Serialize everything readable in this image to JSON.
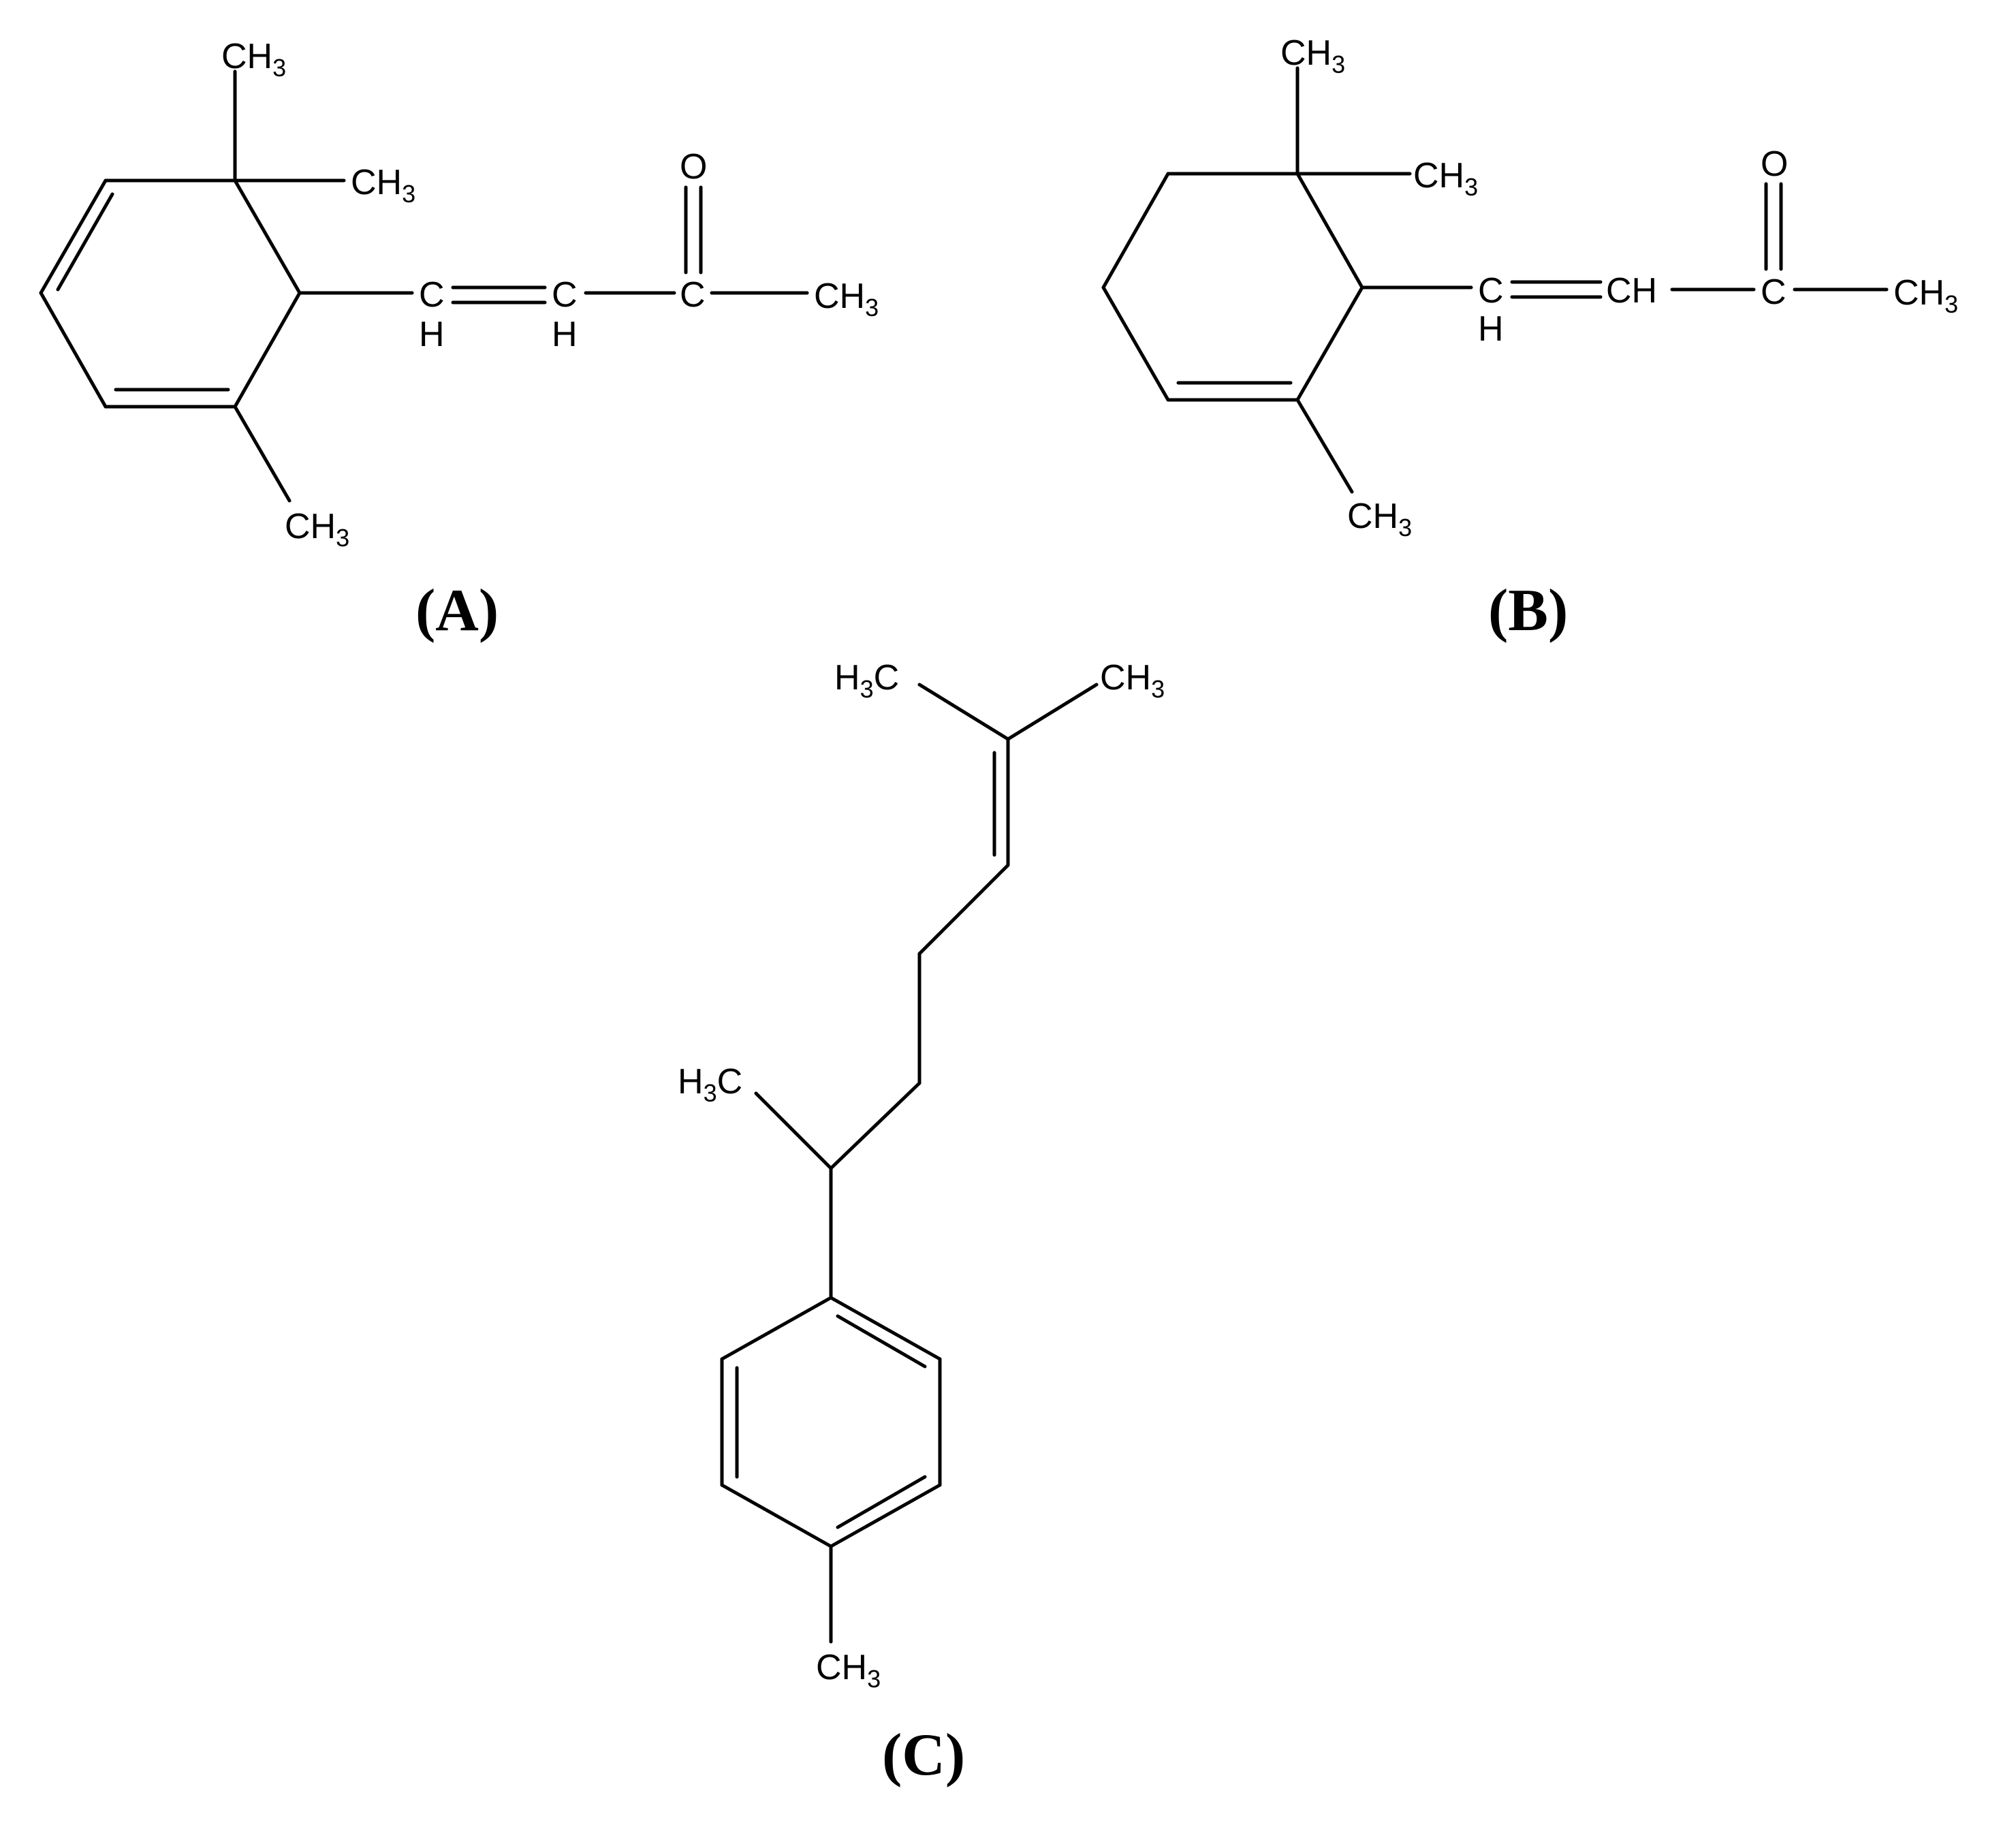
{
  "figure": {
    "background": "#ffffff",
    "ink": "#000000",
    "panels": [
      {
        "id": "A",
        "label": "(A)",
        "atoms": {
          "ch3_top": {
            "main": "CH",
            "sub": "3"
          },
          "ch3_gem": {
            "main": "CH",
            "sub": "3"
          },
          "ch3_ring": {
            "main": "CH",
            "sub": "3"
          },
          "c_alpha": {
            "main": "C"
          },
          "h_alpha": {
            "main": "H"
          },
          "c_beta": {
            "main": "C"
          },
          "h_beta": {
            "main": "H"
          },
          "c_carbonyl": {
            "main": "C"
          },
          "o_carbonyl": {
            "main": "O"
          },
          "ch3_end": {
            "main": "CH",
            "sub": "3"
          }
        }
      },
      {
        "id": "B",
        "label": "(B)",
        "atoms": {
          "ch3_top": {
            "main": "CH",
            "sub": "3"
          },
          "ch3_gem": {
            "main": "CH",
            "sub": "3"
          },
          "ch3_ring": {
            "main": "CH",
            "sub": "3"
          },
          "c_alpha": {
            "main": "C"
          },
          "h_alpha": {
            "main": "H"
          },
          "ch_beta": {
            "main": "CH"
          },
          "c_carbonyl": {
            "main": "C"
          },
          "o_carbonyl": {
            "main": "O"
          },
          "ch3_end": {
            "main": "CH",
            "sub": "3"
          }
        }
      },
      {
        "id": "C",
        "label": "(C)",
        "atoms": {
          "h3c_top_left": {
            "pre": "H",
            "sub": "3",
            "post": "C"
          },
          "ch3_top_right": {
            "main": "CH",
            "sub": "3"
          },
          "h3c_branch": {
            "pre": "H",
            "sub": "3",
            "post": "C"
          },
          "ch3_para": {
            "main": "CH",
            "sub": "3"
          }
        }
      }
    ]
  }
}
